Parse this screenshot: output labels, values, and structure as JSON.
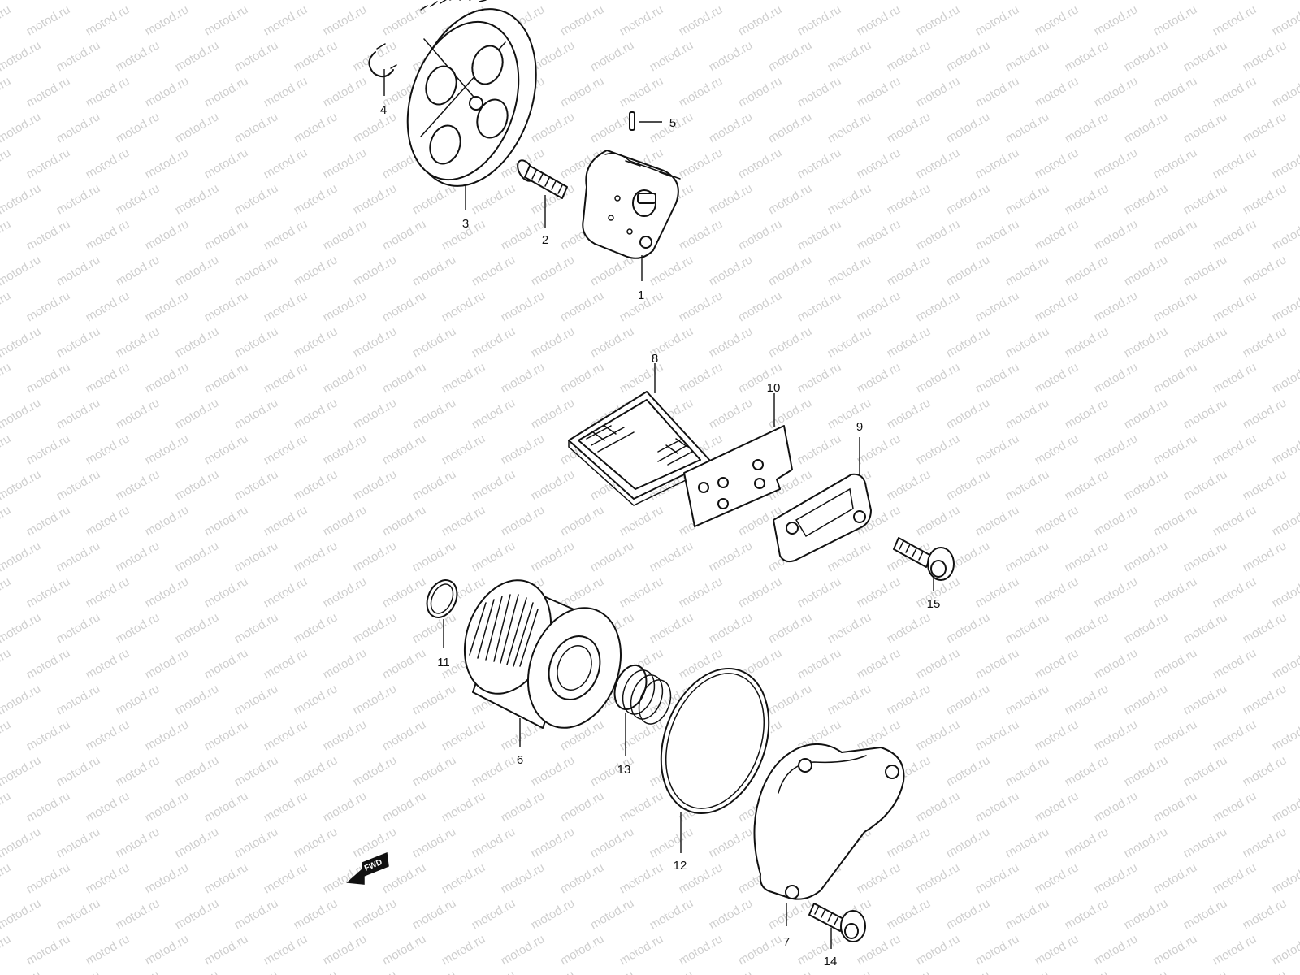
{
  "watermark": "motod.ru",
  "direction_marker": "FWD",
  "callouts": {
    "c1": "1",
    "c2": "2",
    "c3": "3",
    "c4": "4",
    "c5": "5",
    "c6": "6",
    "c7": "7",
    "c8": "8",
    "c9": "9",
    "c10": "10",
    "c11": "11",
    "c12": "12",
    "c13": "13",
    "c14": "14",
    "c15": "15"
  }
}
